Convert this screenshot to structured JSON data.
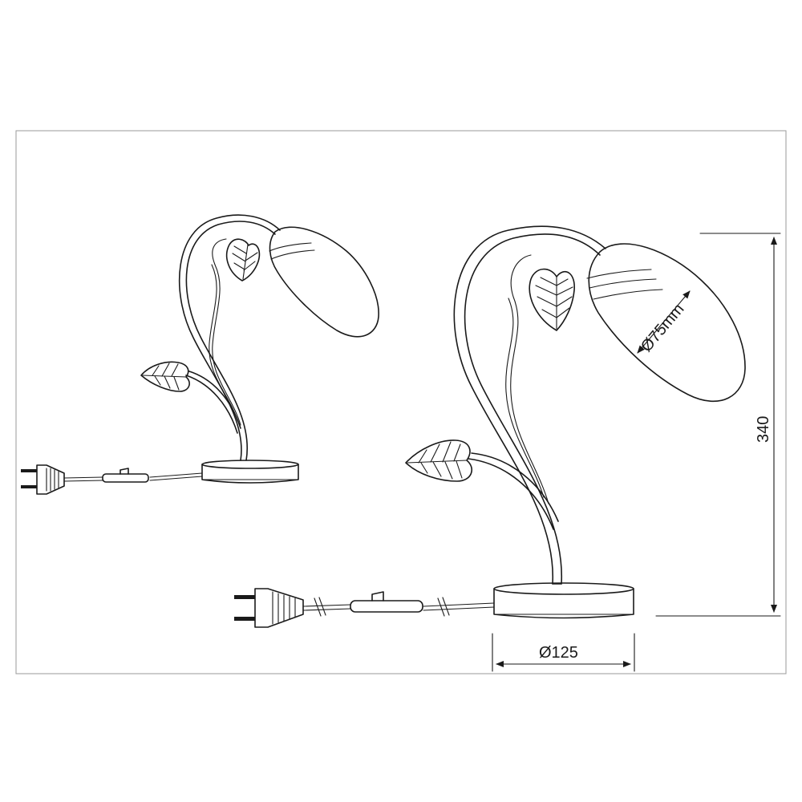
{
  "dimensions": {
    "height_label": "340",
    "base_diameter_label": "Ø125",
    "shade_diameter_label": "Ø75mm"
  },
  "colors": {
    "line": "#1a1a1a",
    "frame": "#9a9a9a",
    "background": "#ffffff"
  }
}
